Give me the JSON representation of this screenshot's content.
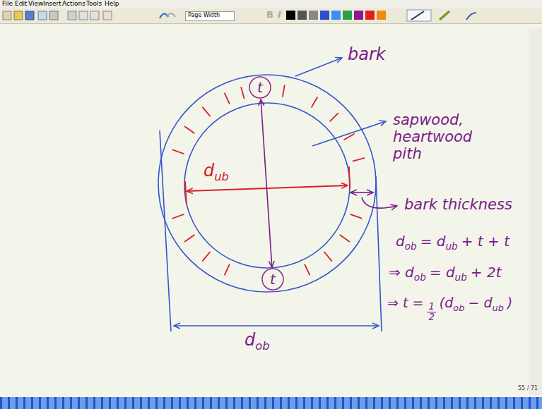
{
  "diagram": {
    "nodes": [
      {
        "text": [
          "t"
        ]
      },
      {
        "text": [
          "t"
        ]
      }
    ],
    "edges": [
      {
        "from": 0,
        "to": 1,
        "arrow": "both"
      }
    ],
    "labels": [
      "File",
      "Edit",
      "View",
      "Insert",
      "Actions",
      "Tools",
      "Help",
      "Page Width",
      "B",
      "I",
      "bark",
      "sapwood, heartwood pith",
      "d",
      "ub",
      "bark thickness",
      "d",
      "ob",
      "= d",
      "ub",
      "+ t + t",
      "⇒ d",
      "ob",
      "= d",
      "ub",
      "+ 2t",
      "⇒ t =",
      "1",
      "2",
      "(d",
      "ob",
      "− d",
      "ub",
      ")",
      "d",
      "ob",
      "55 / 71"
    ]
  }
}
